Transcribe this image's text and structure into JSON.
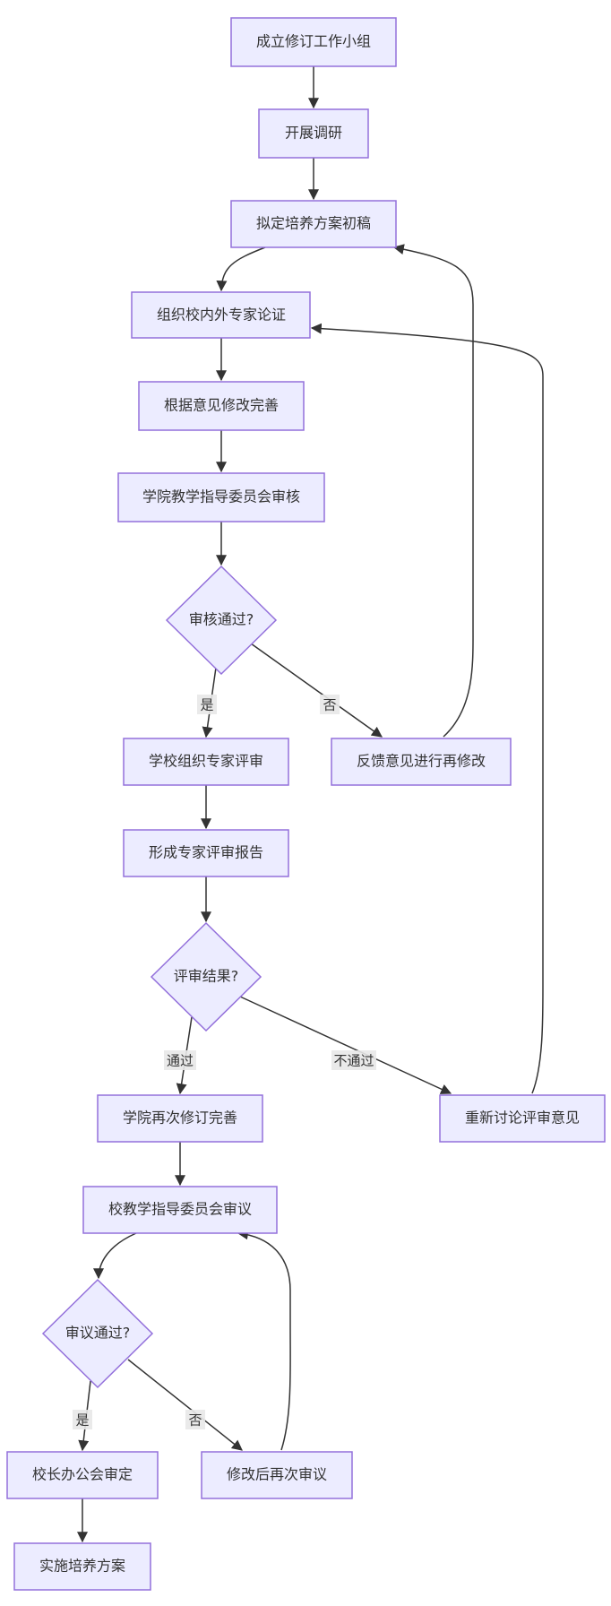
{
  "nodes": {
    "n1": "成立修订工作小组",
    "n2": "开展调研",
    "n3": "拟定培养方案初稿",
    "n4": "组织校内外专家论证",
    "n5": "根据意见修改完善",
    "n6": "学院教学指导委员会审核",
    "d1": "审核通过?",
    "n7": "学校组织专家评审",
    "n8": "反馈意见进行再修改",
    "n9": "形成专家评审报告",
    "d2": "评审结果?",
    "n10": "学院再次修订完善",
    "n11": "重新讨论评审意见",
    "n12": "校教学指导委员会审议",
    "d3": "审议通过?",
    "n13": "校长办公会审定",
    "n14": "修改后再次审议",
    "n15": "实施培养方案"
  },
  "edge_labels": {
    "d1_yes": "是",
    "d1_no": "否",
    "d2_pass": "通过",
    "d2_fail": "不通过",
    "d3_yes": "是",
    "d3_no": "否"
  }
}
